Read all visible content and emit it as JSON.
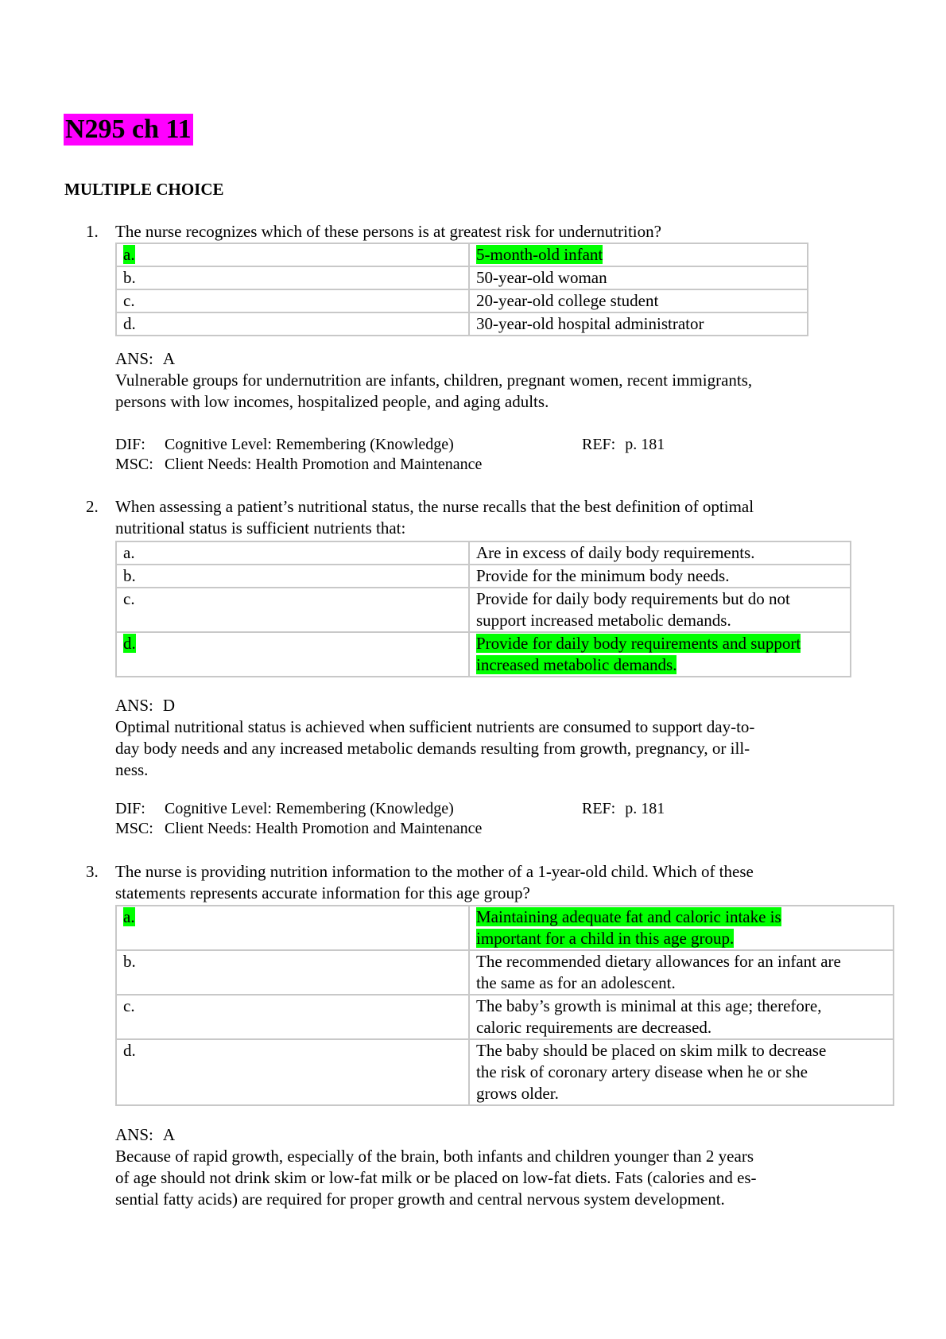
{
  "title": "N295 ch 11",
  "section": "MULTIPLE CHOICE",
  "q1": {
    "num": "1.",
    "stem": "The nurse recognizes which of these persons is at greatest risk for undernutrition?",
    "options": [
      {
        "letter": "a.",
        "text": "5-month-old infant"
      },
      {
        "letter": "b.",
        "text": "50-year-old woman"
      },
      {
        "letter": "c.",
        "text": "20-year-old college student"
      },
      {
        "letter": "d.",
        "text": "30-year-old hospital administrator"
      }
    ],
    "ans_label": "ANS:",
    "ans": "A",
    "rationale_1": "Vulnerable groups for undernutrition are infants, children, pregnant women, recent immigrants,",
    "rationale_2": "persons with low incomes, hospitalized people, and aging adults.",
    "dif_label": "DIF:",
    "dif": "Cognitive Level: Remembering (Knowledge)",
    "ref_label": "REF:",
    "ref": "p. 181",
    "msc_label": "MSC:",
    "msc": "Client Needs: Health Promotion and Maintenance"
  },
  "q2": {
    "num": "2.",
    "stem_1": "When assessing a patient’s nutritional status, the nurse recalls that the best definition of optimal",
    "stem_2": "nutritional status is sufficient nutrients that:",
    "options": [
      {
        "letter": "a.",
        "text": "Are in excess of daily body requirements."
      },
      {
        "letter": "b.",
        "text": "Provide for the minimum body needs."
      },
      {
        "letter": "c.",
        "text_1": "Provide for daily body requirements but do not",
        "text_2": "support increased metabolic demands."
      },
      {
        "letter": "d.",
        "text_1": "Provide for daily body requirements and support",
        "text_2": "increased metabolic demands."
      }
    ],
    "ans_label": "ANS:",
    "ans": "D",
    "rationale_1": "Optimal nutritional status is achieved when sufficient nutrients are consumed to support day-to-",
    "rationale_2": "day body needs and any increased metabolic demands resulting from growth, pregnancy, or ill-",
    "rationale_3": "ness.",
    "dif_label": "DIF:",
    "dif": "Cognitive Level: Remembering (Knowledge)",
    "ref_label": "REF:",
    "ref": "p. 181",
    "msc_label": "MSC:",
    "msc": "Client Needs: Health Promotion and Maintenance"
  },
  "q3": {
    "num": "3.",
    "stem_1": "The nurse is providing nutrition information to the mother of a 1-year-old child. Which of these",
    "stem_2": "statements represents accurate information for this age group?",
    "options": [
      {
        "letter": "a.",
        "text_1": "Maintaining adequate fat and caloric intake is",
        "text_2": "important for a child in this age group."
      },
      {
        "letter": "b.",
        "text_1": "The recommended dietary allowances for an infant are",
        "text_2": "the same as for an adolescent."
      },
      {
        "letter": "c.",
        "text_1": "The baby’s growth is minimal at this age; therefore,",
        "text_2": "caloric requirements are decreased."
      },
      {
        "letter": "d.",
        "text_1": "The baby should be placed on skim milk to decrease",
        "text_2": "the risk of coronary artery disease when he or she",
        "text_3": "grows older."
      }
    ],
    "ans_label": "ANS:",
    "ans": "A",
    "rationale_1": "Because of rapid growth, especially of the brain, both infants and children younger than 2 years",
    "rationale_2": "of age should not drink skim or low-fat milk or be placed on low-fat diets. Fats (calories and es-",
    "rationale_3": "sential fatty acids) are required for proper growth and central nervous system development."
  }
}
